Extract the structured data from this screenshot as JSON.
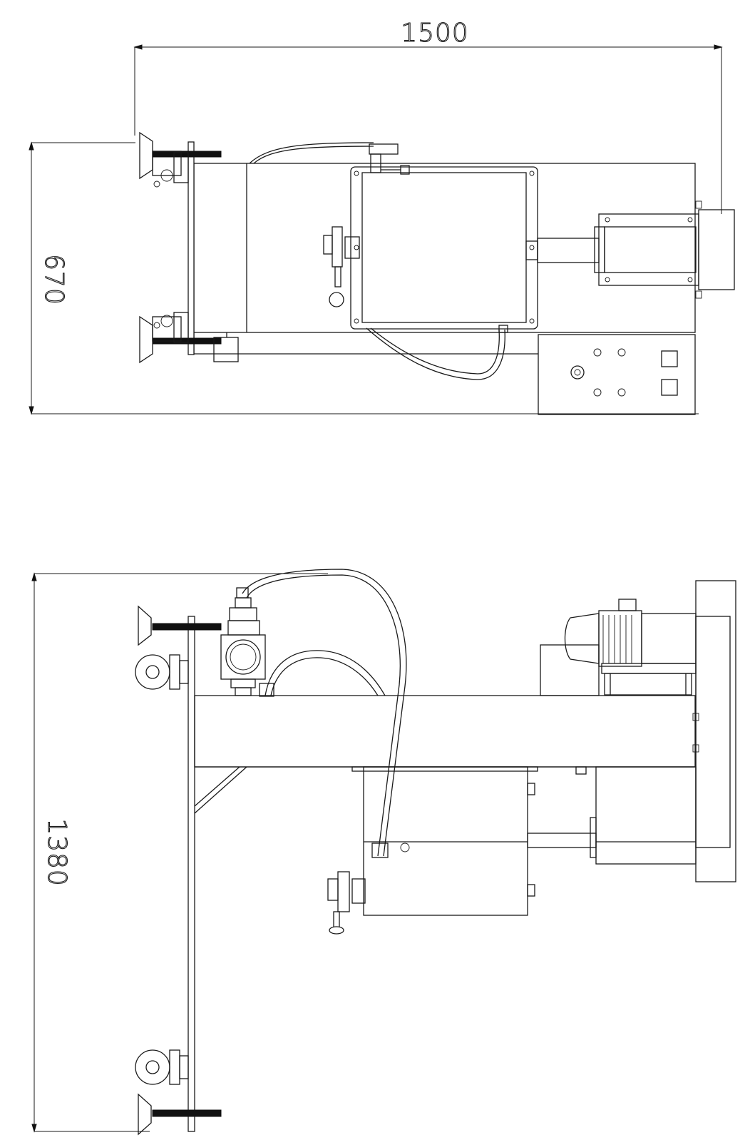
{
  "dimensions": {
    "width_top": "1500",
    "depth_top": "670",
    "height_side": "1380"
  }
}
